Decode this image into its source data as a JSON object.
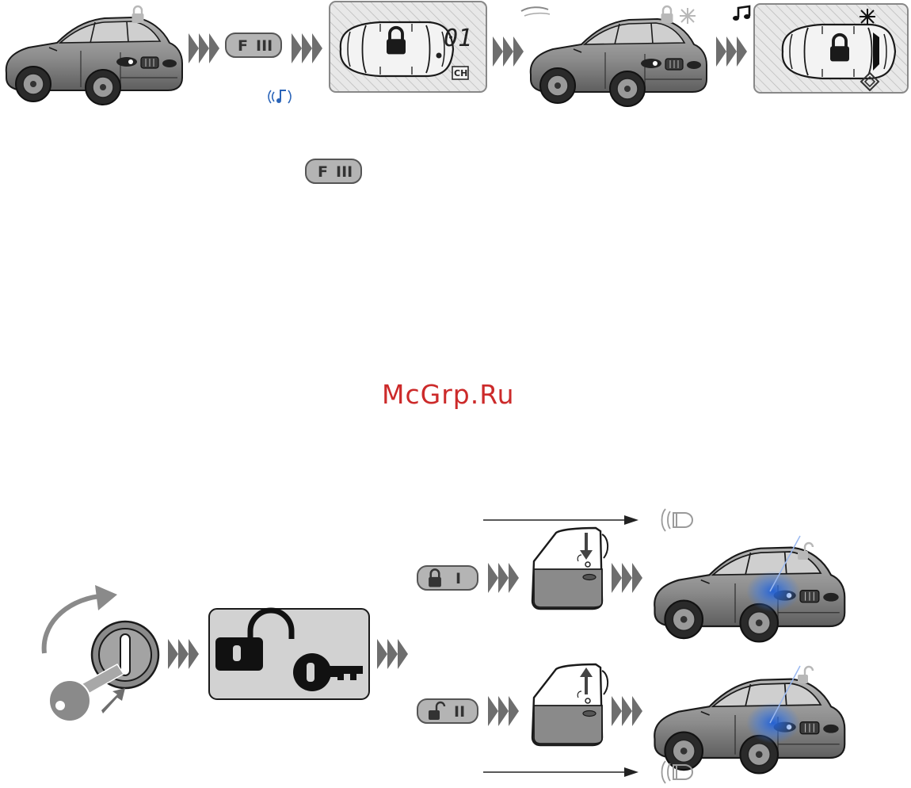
{
  "watermark": {
    "text": "McGrp.Ru",
    "color": "#cc2a2a"
  },
  "colors": {
    "arrow": "#6e6e6e",
    "car_body": "#8f8f8f",
    "button_fill": "#b4b4b4",
    "lcd_fill": "#e6e6e6",
    "blue_light": "#1f5fd6",
    "chirp_blue": "#2a64b8"
  },
  "top_sequence": {
    "button_f3": {
      "left": "F",
      "right": "III"
    },
    "lcd_display": {
      "channel_number": "01",
      "channel_badge": "CH"
    },
    "chirp_icon": "chirp-icon",
    "music_icon": "music-note-icon"
  },
  "standalone_button_f3": {
    "left": "F",
    "right": "III"
  },
  "bottom_sequence": {
    "lock_button": {
      "right": "I"
    },
    "unlock_button": {
      "right": "II"
    },
    "siren_icon": "siren-icon",
    "key_icon": "key-icon"
  }
}
